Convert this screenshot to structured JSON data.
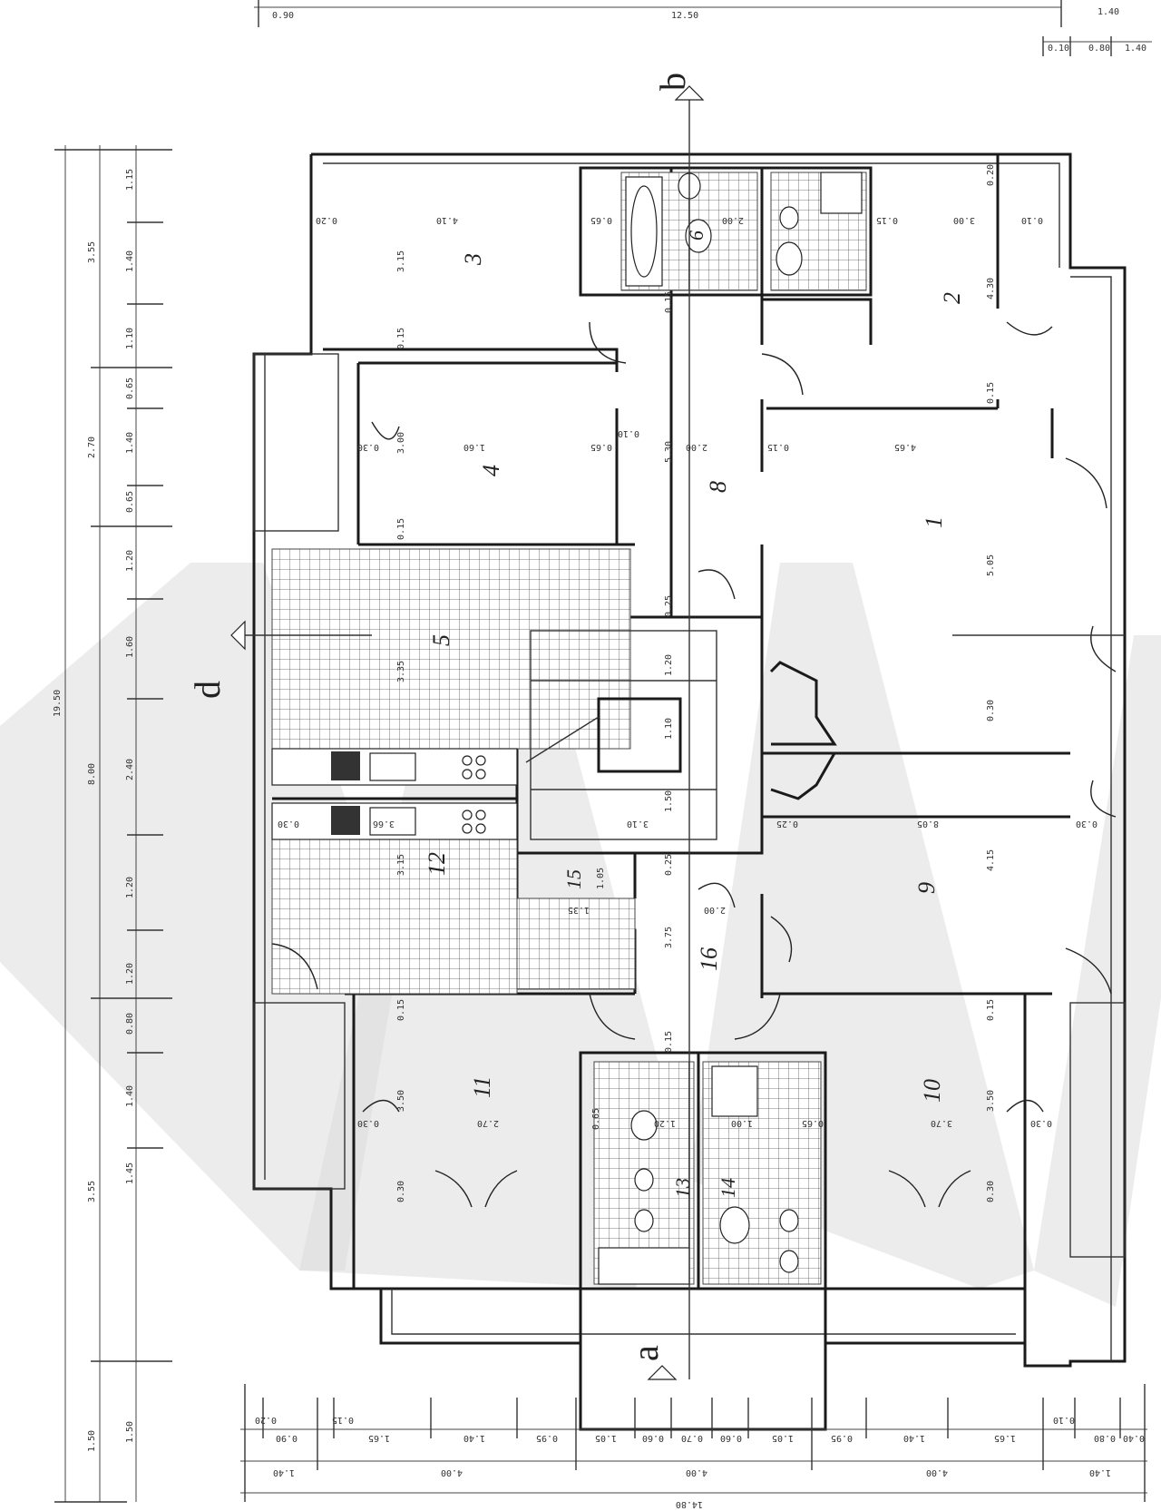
{
  "rooms": [
    {
      "id": "1",
      "label": "1"
    },
    {
      "id": "2",
      "label": "2"
    },
    {
      "id": "3",
      "label": "3"
    },
    {
      "id": "4",
      "label": "4"
    },
    {
      "id": "5",
      "label": "5"
    },
    {
      "id": "6",
      "label": "6"
    },
    {
      "id": "8",
      "label": "8"
    },
    {
      "id": "9",
      "label": "9"
    },
    {
      "id": "10",
      "label": "10"
    },
    {
      "id": "11",
      "label": "11"
    },
    {
      "id": "12",
      "label": "12"
    },
    {
      "id": "13",
      "label": "13"
    },
    {
      "id": "14",
      "label": "14"
    },
    {
      "id": "15",
      "label": "15"
    },
    {
      "id": "16",
      "label": "16"
    }
  ],
  "section_marks": {
    "a": "a",
    "b": "b",
    "d": "d"
  },
  "top_dims": {
    "left": "0.90",
    "total": "12.50",
    "right": "1.40",
    "sub": [
      "0.10",
      "0.80",
      "1.40"
    ]
  },
  "left_dims": {
    "total": "19.50",
    "groups": [
      "3.55",
      "2.70",
      "8.00",
      "3.55",
      "1.50"
    ],
    "parts": [
      "1.15",
      "1.40",
      "1.10",
      "0.65",
      "1.40",
      "0.65",
      "1.20",
      "1.60",
      "2.40",
      "1.20",
      "1.20",
      "0.80",
      "1.40",
      "1.45",
      "1.50"
    ]
  },
  "bottom_dims": {
    "row1": [
      "0.20",
      "0.90",
      "0.15",
      "1.65",
      "1.40",
      "0.95",
      "1.05",
      "0.60",
      "0.70",
      "0.60",
      "1.05",
      "0.95",
      "1.40",
      "1.65",
      "0.10",
      "0.80",
      "0.40"
    ],
    "row2": [
      "1.40",
      "4.00",
      "4.00",
      "4.00",
      "1.40"
    ],
    "total": "14.80"
  },
  "interior_dims": {
    "r3": [
      "0.20",
      "4.10",
      "3.15",
      "0.15"
    ],
    "r4": [
      "0.30",
      "3.00",
      "1.60",
      "0.65",
      "0.15"
    ],
    "r2": [
      "0.15",
      "3.00",
      "0.10",
      "0.20",
      "4.30",
      "0.15"
    ],
    "r8": [
      "0.10",
      "2.00",
      "5.30",
      "0.15",
      "4.65"
    ],
    "r1": [
      "5.05",
      "0.30"
    ],
    "r5": [
      "3.35"
    ],
    "stair": [
      "1.20",
      "1.10",
      "1.50",
      "0.25",
      "0.25",
      "3.10"
    ],
    "r9": [
      "0.25",
      "8.05",
      "0.30",
      "4.15"
    ],
    "r12": [
      "0.30",
      "3.66",
      "3.15"
    ],
    "r15": [
      "1.05",
      "1.35",
      "0.25"
    ],
    "r16": [
      "2.00",
      "3.75"
    ],
    "r11": [
      "0.15",
      "3.50",
      "0.30",
      "2.70",
      "0.65",
      "0.30"
    ],
    "r10": [
      "0.15",
      "3.50",
      "3.70",
      "0.65",
      "0.30",
      "0.30"
    ],
    "r13": [
      "0.15",
      "1.20",
      "1.00"
    ],
    "r6": [
      "0.65",
      "0.15",
      "2.00"
    ]
  }
}
